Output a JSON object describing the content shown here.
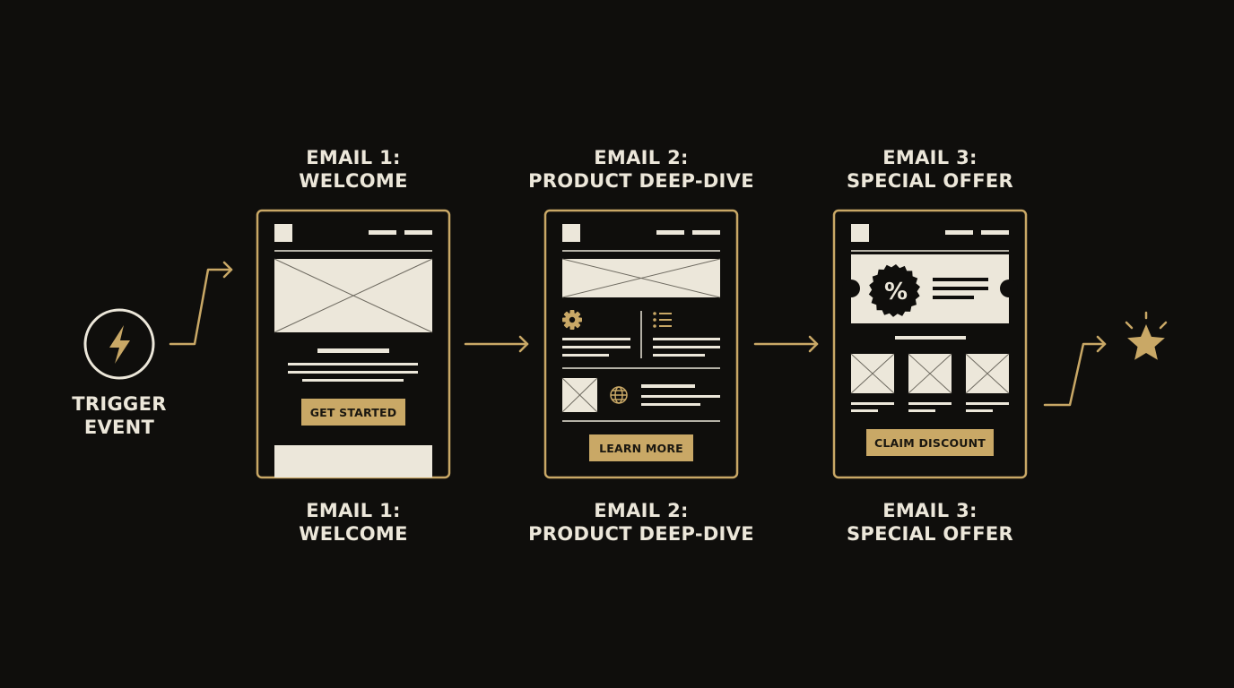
{
  "colors": {
    "background": "#0f0e0c",
    "accent": "#c9a866",
    "light": "#ece7da",
    "button_text": "#1a1710"
  },
  "trigger": {
    "line1": "TRIGGER",
    "line2": "EVENT",
    "icon": "lightning-bolt-icon"
  },
  "emails": [
    {
      "title_line1": "EMAIL 1:",
      "title_line2": "WELCOME",
      "caption_line1": "EMAIL 1:",
      "caption_line2": "WELCOME",
      "button_label": "GET STARTED"
    },
    {
      "title_line1": "EMAIL 2:",
      "title_line2": "PRODUCT DEEP-DIVE",
      "caption_line1": "EMAIL 2:",
      "caption_line2": "PRODUCT DEEP-DIVE",
      "button_label": "LEARN MORE",
      "icons": [
        "gear-icon",
        "list-icon",
        "globe-icon"
      ]
    },
    {
      "title_line1": "EMAIL 3:",
      "title_line2": "SPECIAL OFFER",
      "caption_line1": "EMAIL 3:",
      "caption_line2": "SPECIAL OFFER",
      "button_label": "CLAIM DISCOUNT",
      "icons": [
        "percent-badge-icon"
      ]
    }
  ],
  "end": {
    "icon": "star-icon"
  }
}
